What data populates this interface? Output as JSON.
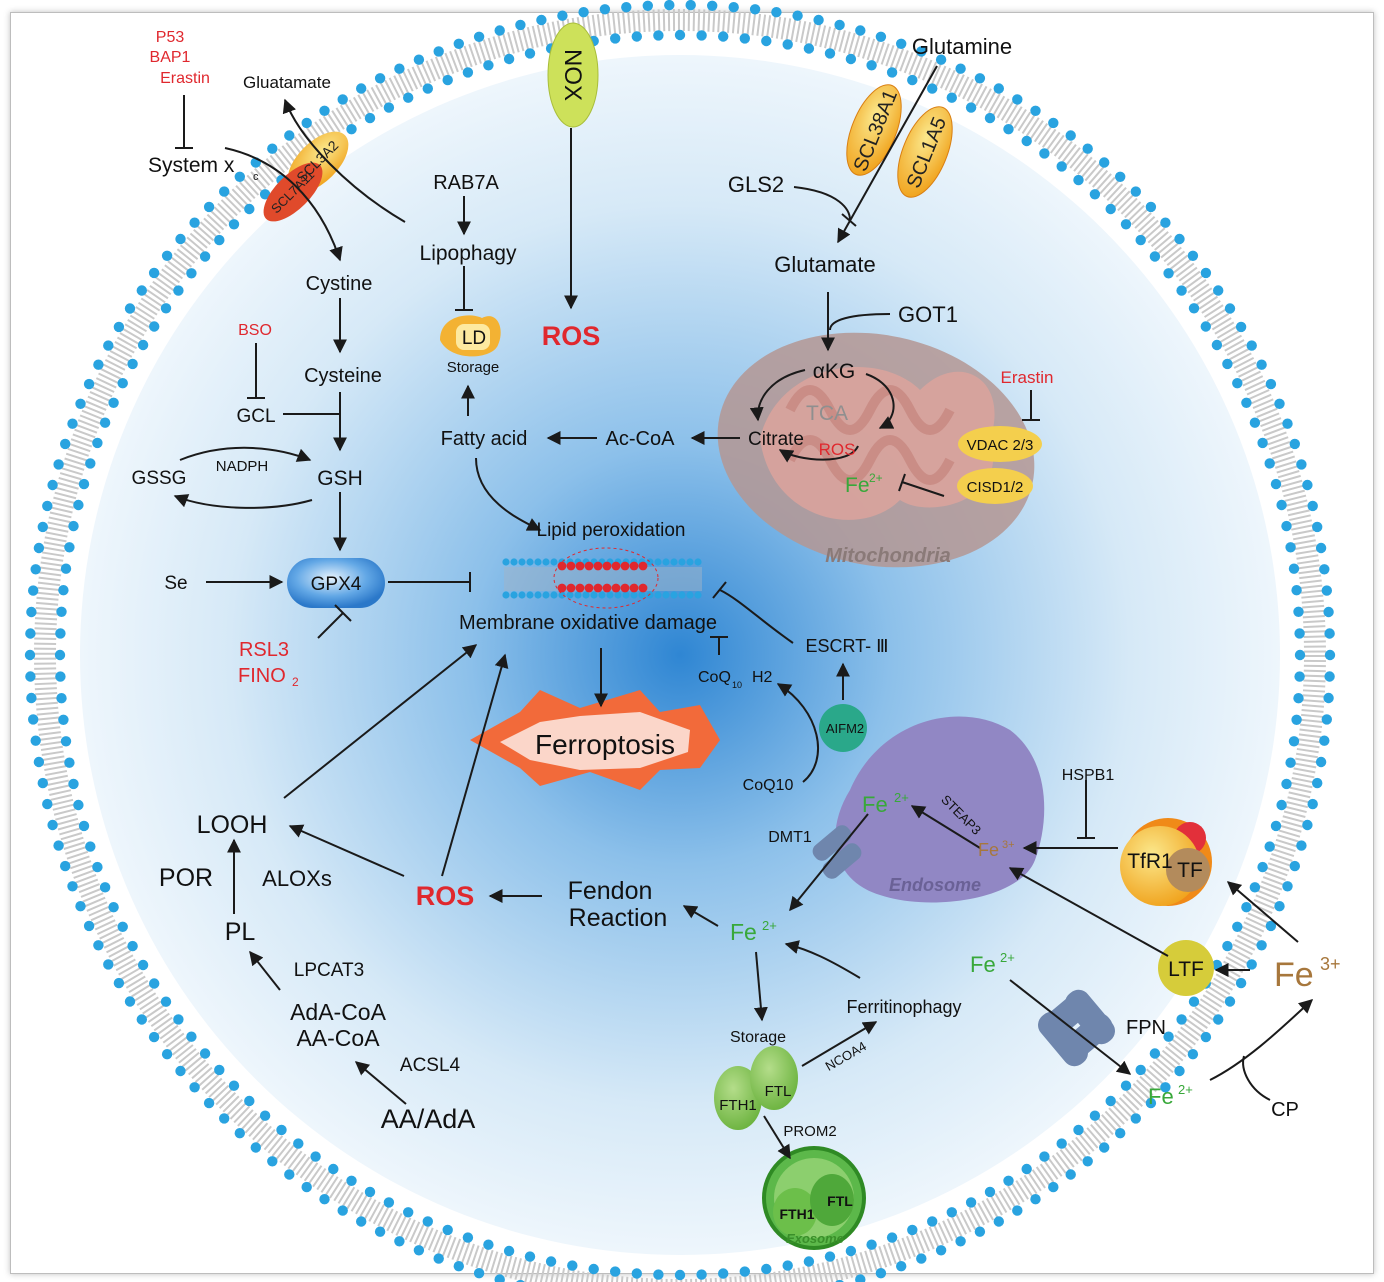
{
  "colors": {
    "membrane_head": "#29a3e0",
    "cell_inner": "#cfe6f6",
    "cell_center": "#2f86d3",
    "red": "#e0282e",
    "green": "#38a83a",
    "brown": "#a7773c",
    "mito": "#b49793",
    "endosome": "#9187c4",
    "gpx4": "#3d8fd6",
    "yellow_transporter": "#f2a718"
  },
  "labels": {
    "p53": "P53",
    "bap1": "BAP1",
    "erastin_top": "Erastin",
    "glutamate_out": "Gluatamate",
    "system_xc": "System x",
    "system_xc_sub": "c",
    "scl3a2": "SCL3A2",
    "scl7a11": "SCL7A11",
    "nox": "NOX",
    "ros_top": "ROS",
    "glutamine": "Glutamine",
    "scl38a1": "SCL38A1",
    "scl1a5": "SCL1A5",
    "gls2": "GLS2",
    "glutamate_in": "Glutamate",
    "got1": "GOT1",
    "rab7a": "RAB7A",
    "lipophagy": "Lipophagy",
    "ld": "LD",
    "storage_ld": "Storage",
    "cystine": "Cystine",
    "cysteine": "Cysteine",
    "bso": "BSO",
    "gcl": "GCL",
    "gssg": "GSSG",
    "nadph": "NADPH",
    "gsh": "GSH",
    "se": "Se",
    "gpx4": "GPX4",
    "rsl3": "RSL3",
    "fino2": "FINO",
    "fino2_sub": "2",
    "fatty_acid": "Fatty acid",
    "ac_coa": "Ac-CoA",
    "citrate": "Citrate",
    "akg": "αKG",
    "tca": "TCA",
    "ros_mito": "ROS",
    "erastin_mito": "Erastin",
    "vdac": "VDAC 2/3",
    "cisd": "CISD1/2",
    "fe2_mito": "Fe",
    "fe2_mito_sup": "2+",
    "mitochondria": "Mitochondria",
    "lipid_peroxidation": "Lipid peroxidation",
    "membrane_damage": "Membrane oxidative damage",
    "escrt": "ESCRT- Ⅲ",
    "coq10h2": "CoQ",
    "coq10h2_sub": "10",
    "coq10h2_tail": "H2",
    "aifm2": "AIFM2",
    "coq10": "CoQ10",
    "ferroptosis": "Ferroptosis",
    "looh": "LOOH",
    "por": "POR",
    "aloxs": "ALOXs",
    "pl": "PL",
    "lpcat3": "LPCAT3",
    "ada_coa": "AdA-CoA",
    "aa_coa": "AA-CoA",
    "acsl4": "ACSL4",
    "aa_ada": "AA/AdA",
    "ros_mid": "ROS",
    "fendon": "Fendon",
    "reaction": "Reaction",
    "fe2_center": "Fe",
    "fe2_center_sup": "2+",
    "storage_fe": "Storage",
    "ferritinophagy": "Ferritinophagy",
    "ncoa4": "NCOA4",
    "fth1": "FTH1",
    "ftl": "FTL",
    "prom2": "PROM2",
    "exo_fth1": "FTH1",
    "exo_ftl": "FTL",
    "exosome": "Exosome",
    "fe2_endo": "Fe",
    "fe2_endo_sup": "2+",
    "steap3": "STEAP3",
    "fe3_endo": "Fe",
    "fe3_endo_sup": "3+",
    "dmt1": "DMT1",
    "endosome": "Endosome",
    "hspb1": "HSPB1",
    "tfr1": "TfR1",
    "tf": "TF",
    "ltf": "LTF",
    "fe3_out": "Fe",
    "fe3_out_sup": "3+",
    "fe2_fpn": "Fe",
    "fe2_fpn_sup": "2+",
    "fpn": "FPN",
    "fe2_out": "Fe",
    "fe2_out_sup": "2+",
    "cp": "CP"
  }
}
